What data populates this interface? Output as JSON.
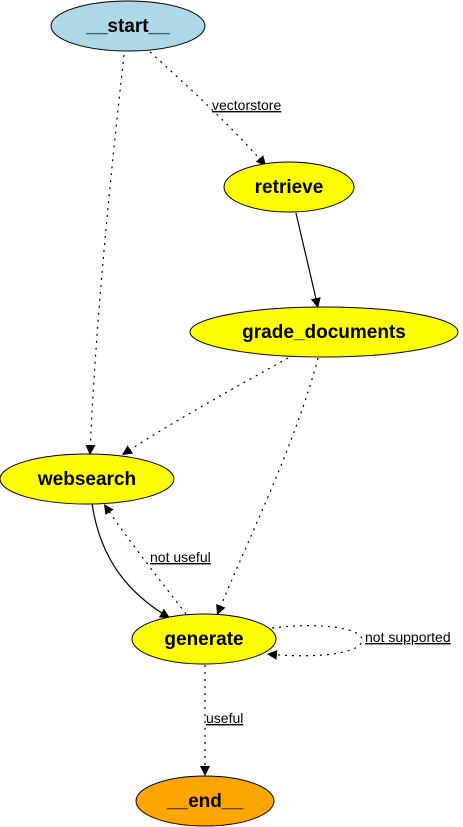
{
  "nodes": {
    "start": {
      "label": "__start__",
      "fill": "#add8e6"
    },
    "retrieve": {
      "label": "retrieve",
      "fill": "#ffff00"
    },
    "grade_documents": {
      "label": "grade_documents",
      "fill": "#ffff00"
    },
    "websearch": {
      "label": "websearch",
      "fill": "#ffff00"
    },
    "generate": {
      "label": "generate",
      "fill": "#ffff00"
    },
    "end": {
      "label": "__end__",
      "fill": "#ffa500"
    }
  },
  "edges": {
    "start_retrieve": {
      "label": "vectorstore",
      "style": "dotted"
    },
    "start_websearch": {
      "label": "",
      "style": "dotted"
    },
    "retrieve_grade": {
      "label": "",
      "style": "solid"
    },
    "grade_websearch": {
      "label": "",
      "style": "dotted"
    },
    "grade_generate": {
      "label": "",
      "style": "dotted"
    },
    "websearch_generate": {
      "label": "",
      "style": "solid"
    },
    "generate_websearch": {
      "label": "not useful",
      "style": "dotted"
    },
    "generate_self": {
      "label": "not supported",
      "style": "dotted"
    },
    "generate_end": {
      "label": "useful",
      "style": "dotted"
    }
  }
}
